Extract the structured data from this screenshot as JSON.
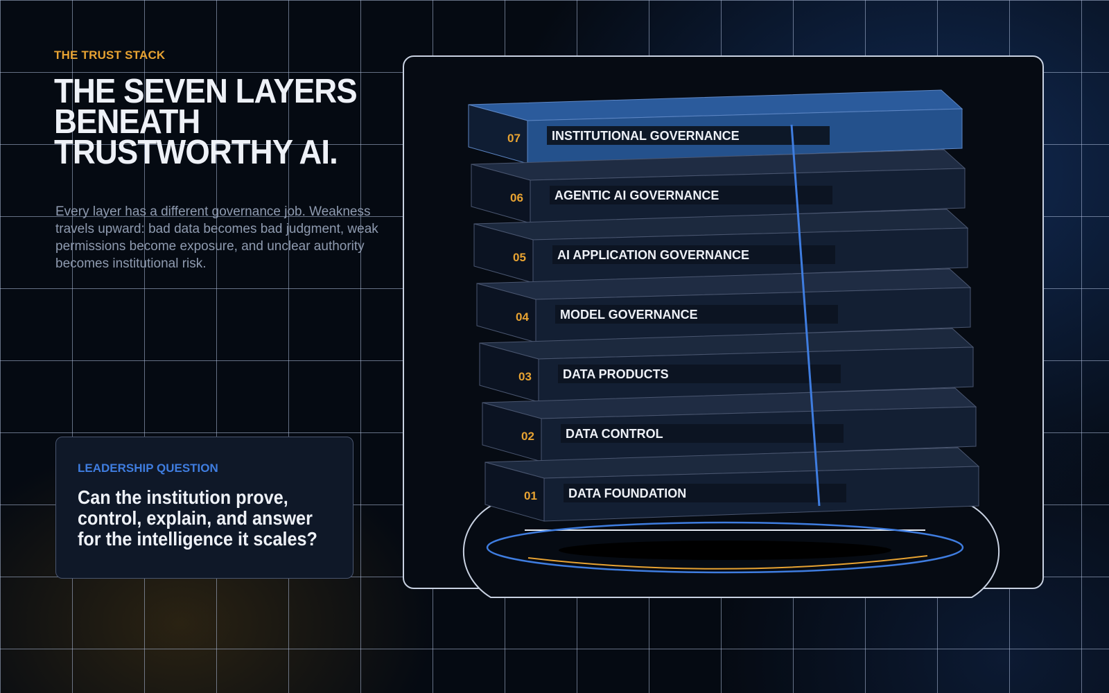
{
  "header": {
    "eyebrow": "THE TRUST STACK",
    "title": "THE SEVEN LAYERS BENEATH TRUSTWORTHY AI.",
    "intro": "Every layer has a different governance job. Weakness travels upward: bad data becomes bad judgment, weak permissions become exposure, and unclear authority becomes institutional risk."
  },
  "leadership": {
    "label": "LEADERSHIP QUESTION",
    "question": "Can the institution prove, control, explain, and answer for the intelligence it scales?"
  },
  "stack": {
    "highlight_number": "07",
    "layers": [
      {
        "number": "01",
        "label": "DATA FOUNDATION"
      },
      {
        "number": "02",
        "label": "DATA CONTROL"
      },
      {
        "number": "03",
        "label": "DATA PRODUCTS"
      },
      {
        "number": "04",
        "label": "MODEL GOVERNANCE"
      },
      {
        "number": "05",
        "label": "AI APPLICATION GOVERNANCE"
      },
      {
        "number": "06",
        "label": "AGENTIC AI GOVERNANCE"
      },
      {
        "number": "07",
        "label": "INSTITUTIONAL GOVERNANCE"
      }
    ]
  },
  "colors": {
    "accent_orange": "#e8a332",
    "accent_blue": "#3f7de0",
    "highlight_layer": "#285591",
    "base_layer": "#131f33"
  }
}
